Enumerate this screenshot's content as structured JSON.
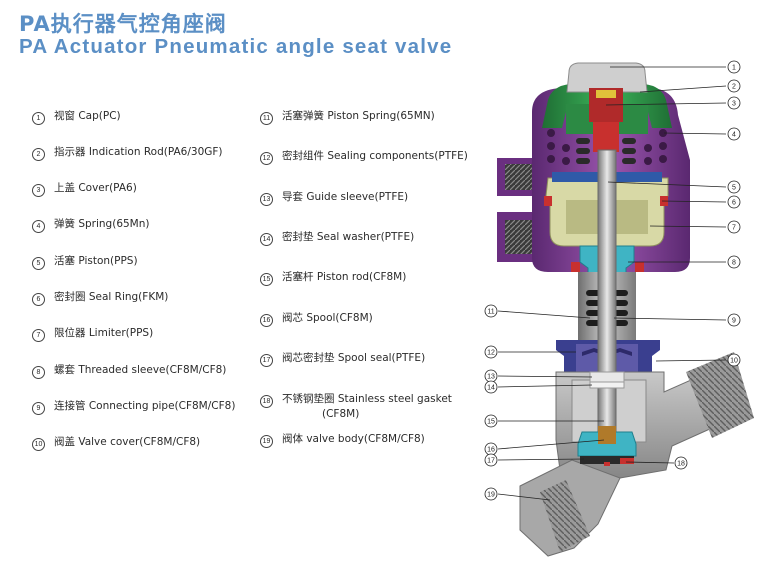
{
  "title": {
    "cn": "PA执行器气控角座阀",
    "en": "PA Actuator Pneumatic angle seat valve"
  },
  "parts": [
    {
      "num": "1",
      "text": "视窗 Cap(PC)"
    },
    {
      "num": "2",
      "text": "指示器 Indication Rod(PA6/30GF)"
    },
    {
      "num": "3",
      "text": "上盖 Cover(PA6)"
    },
    {
      "num": "4",
      "text": "弹簧 Spring(65Mn)"
    },
    {
      "num": "5",
      "text": "活塞 Piston(PPS)"
    },
    {
      "num": "6",
      "text": "密封圈 Seal Ring(FKM)"
    },
    {
      "num": "7",
      "text": "限位器 Limiter(PPS)"
    },
    {
      "num": "8",
      "text": "螺套 Threaded sleeve(CF8M/CF8)"
    },
    {
      "num": "9",
      "text": "连接管 Connecting pipe(CF8M/CF8)"
    },
    {
      "num": "10",
      "text": "阀盖 Valve cover(CF8M/CF8)"
    },
    {
      "num": "11",
      "text": "活塞弹簧 Piston Spring(65MN)"
    },
    {
      "num": "12",
      "text": "密封组件 Sealing components(PTFE)"
    },
    {
      "num": "13",
      "text": "导套 Guide sleeve(PTFE)"
    },
    {
      "num": "14",
      "text": "密封垫 Seal washer(PTFE)"
    },
    {
      "num": "15",
      "text": "活塞杆 Piston rod(CF8M)"
    },
    {
      "num": "16",
      "text": "阀芯 Spool(CF8M)"
    },
    {
      "num": "17",
      "text": "阀芯密封垫  Spool seal(PTFE)"
    },
    {
      "num": "18",
      "text": "不锈钢垫圈 Stainless steel gasket",
      "text2": "(CF8M)"
    },
    {
      "num": "19",
      "text": "阀体  valve body(CF8M/CF8)"
    }
  ],
  "callouts": {
    "right": [
      "1",
      "2",
      "3",
      "4",
      "5",
      "6",
      "7",
      "8",
      "9",
      "10"
    ],
    "left": [
      "11",
      "12",
      "13",
      "14",
      "15",
      "16",
      "17",
      "19"
    ],
    "right_lower": [
      "18"
    ]
  },
  "colors": {
    "title": "#5b8fc5",
    "actuator": "#7b3f8e",
    "cover": "#2f9a4a",
    "body": "#9a9a9a",
    "piston": "#d2d3a0",
    "cyan": "#3fb4c4",
    "red": "#c8302e",
    "navy": "#3a3f8f"
  }
}
